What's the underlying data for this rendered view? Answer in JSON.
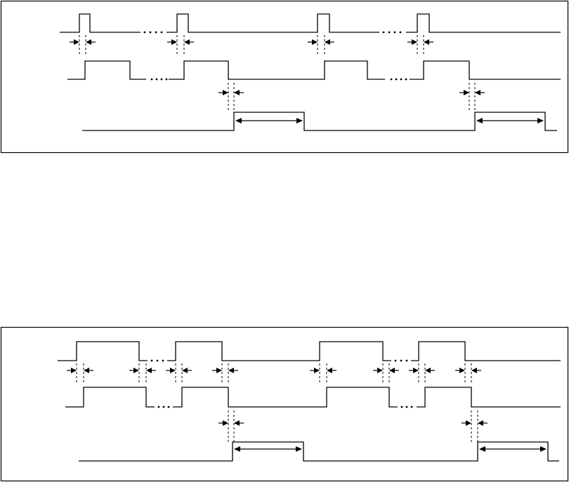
{
  "diagrams": [
    {
      "id": "top",
      "waveform_count": 3
    },
    {
      "id": "bottom",
      "waveform_count": 3
    }
  ],
  "colors": {
    "line": "#000000",
    "frame": "#000000",
    "background": "#ffffff"
  }
}
